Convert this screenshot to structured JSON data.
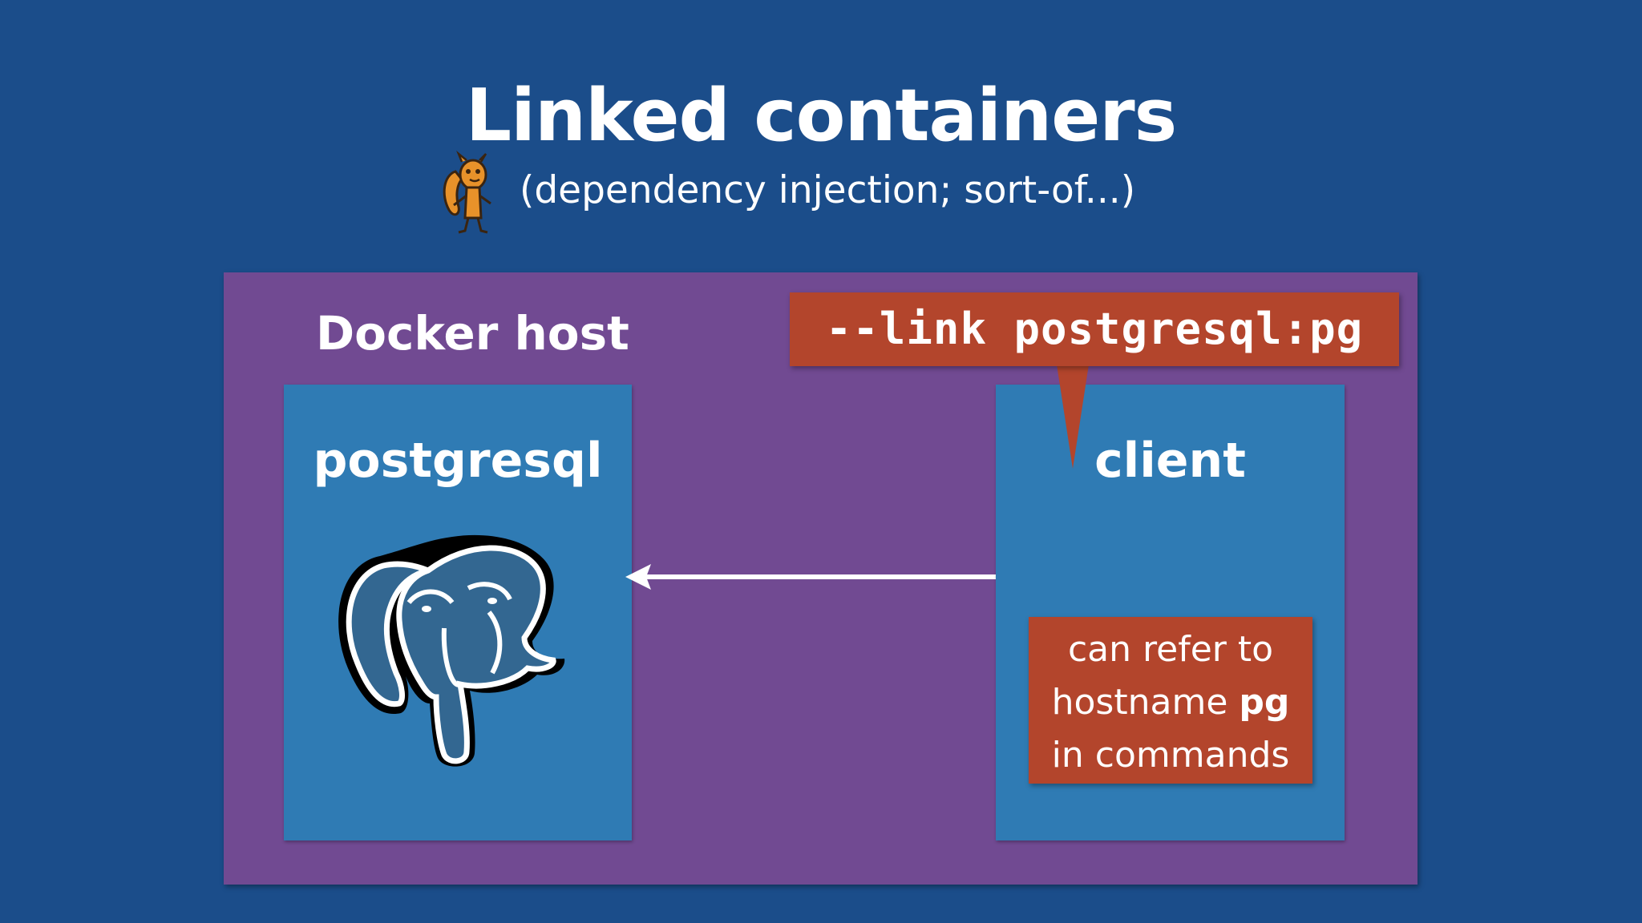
{
  "slide": {
    "title": "Linked containers",
    "subtitle": "(dependency injection; sort-of...)"
  },
  "diagram": {
    "host_label": "Docker host",
    "containers": [
      {
        "label": "postgresql",
        "icon": "postgresql-elephant-icon"
      },
      {
        "label": "client"
      }
    ],
    "link_flag": "--link postgresql:pg",
    "note": {
      "line1": "can refer to",
      "line2_prefix": "hostname ",
      "line2_bold": "pg",
      "line3": "in commands"
    }
  },
  "colors": {
    "background": "#1b4d8a",
    "host": "#714a92",
    "container": "#2f7bb4",
    "callout": "#b3452c",
    "text": "#ffffff"
  },
  "icons": [
    "mascot-icon",
    "postgresql-elephant-icon",
    "arrow-left-icon"
  ]
}
